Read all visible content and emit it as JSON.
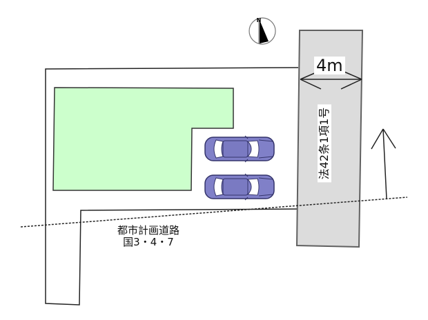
{
  "compass": {
    "north_label": "N",
    "icon": "north-arrow-icon"
  },
  "road_private": {
    "width_label": "4m",
    "designation": "法42条1項1号",
    "fill": "#dcdcdc",
    "stroke": "#606060"
  },
  "city_planning_road": {
    "line1": "都市計画道路",
    "line2": "国3・4・7"
  },
  "building": {
    "fill": "#ccffcc",
    "stroke": "#333333"
  },
  "parking": {
    "car_count": 2,
    "car_color": "#8080c8",
    "car_outline": "#33336a"
  },
  "slope_arrow": {
    "icon": "up-arrow-icon"
  }
}
